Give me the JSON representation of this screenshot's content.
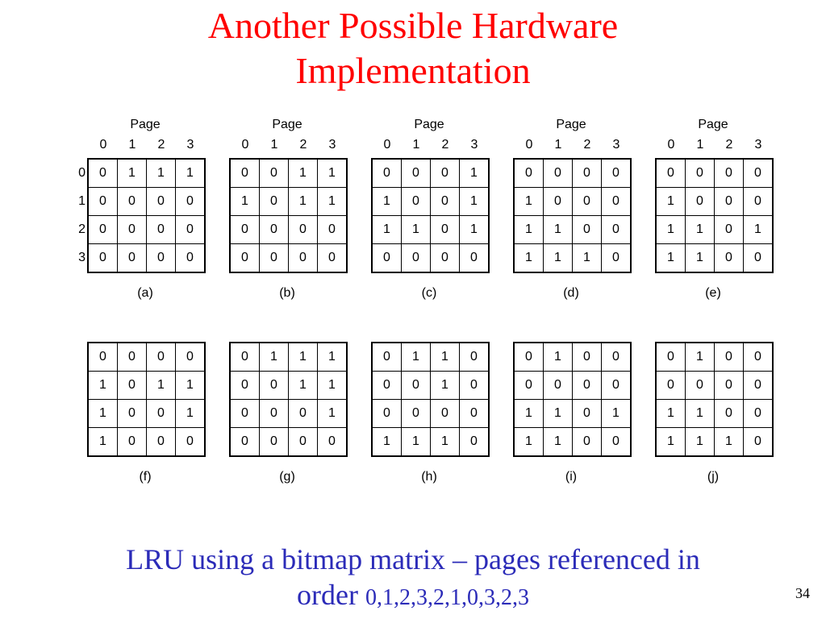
{
  "title": {
    "line1": "Another Possible Hardware",
    "line2": "Implementation"
  },
  "page_label": "Page",
  "column_headers": [
    "0",
    "1",
    "2",
    "3"
  ],
  "row_headers": [
    "0",
    "1",
    "2",
    "3"
  ],
  "panels": [
    {
      "label": "(a)",
      "show_headers": true,
      "matrix": [
        [
          "0",
          "1",
          "1",
          "1"
        ],
        [
          "0",
          "0",
          "0",
          "0"
        ],
        [
          "0",
          "0",
          "0",
          "0"
        ],
        [
          "0",
          "0",
          "0",
          "0"
        ]
      ]
    },
    {
      "label": "(b)",
      "show_headers": true,
      "matrix": [
        [
          "0",
          "0",
          "1",
          "1"
        ],
        [
          "1",
          "0",
          "1",
          "1"
        ],
        [
          "0",
          "0",
          "0",
          "0"
        ],
        [
          "0",
          "0",
          "0",
          "0"
        ]
      ]
    },
    {
      "label": "(c)",
      "show_headers": true,
      "matrix": [
        [
          "0",
          "0",
          "0",
          "1"
        ],
        [
          "1",
          "0",
          "0",
          "1"
        ],
        [
          "1",
          "1",
          "0",
          "1"
        ],
        [
          "0",
          "0",
          "0",
          "0"
        ]
      ]
    },
    {
      "label": "(d)",
      "show_headers": true,
      "matrix": [
        [
          "0",
          "0",
          "0",
          "0"
        ],
        [
          "1",
          "0",
          "0",
          "0"
        ],
        [
          "1",
          "1",
          "0",
          "0"
        ],
        [
          "1",
          "1",
          "1",
          "0"
        ]
      ]
    },
    {
      "label": "(e)",
      "show_headers": true,
      "matrix": [
        [
          "0",
          "0",
          "0",
          "0"
        ],
        [
          "1",
          "0",
          "0",
          "0"
        ],
        [
          "1",
          "1",
          "0",
          "1"
        ],
        [
          "1",
          "1",
          "0",
          "0"
        ]
      ]
    },
    {
      "label": "(f)",
      "show_headers": false,
      "matrix": [
        [
          "0",
          "0",
          "0",
          "0"
        ],
        [
          "1",
          "0",
          "1",
          "1"
        ],
        [
          "1",
          "0",
          "0",
          "1"
        ],
        [
          "1",
          "0",
          "0",
          "0"
        ]
      ]
    },
    {
      "label": "(g)",
      "show_headers": false,
      "matrix": [
        [
          "0",
          "1",
          "1",
          "1"
        ],
        [
          "0",
          "0",
          "1",
          "1"
        ],
        [
          "0",
          "0",
          "0",
          "1"
        ],
        [
          "0",
          "0",
          "0",
          "0"
        ]
      ]
    },
    {
      "label": "(h)",
      "show_headers": false,
      "matrix": [
        [
          "0",
          "1",
          "1",
          "0"
        ],
        [
          "0",
          "0",
          "1",
          "0"
        ],
        [
          "0",
          "0",
          "0",
          "0"
        ],
        [
          "1",
          "1",
          "1",
          "0"
        ]
      ]
    },
    {
      "label": "(i)",
      "show_headers": false,
      "matrix": [
        [
          "0",
          "1",
          "0",
          "0"
        ],
        [
          "0",
          "0",
          "0",
          "0"
        ],
        [
          "1",
          "1",
          "0",
          "1"
        ],
        [
          "1",
          "1",
          "0",
          "0"
        ]
      ]
    },
    {
      "label": "(j)",
      "show_headers": false,
      "matrix": [
        [
          "0",
          "1",
          "0",
          "0"
        ],
        [
          "0",
          "0",
          "0",
          "0"
        ],
        [
          "1",
          "1",
          "0",
          "0"
        ],
        [
          "1",
          "1",
          "1",
          "0"
        ]
      ]
    }
  ],
  "footer": {
    "line1": "LRU using a bitmap matrix – pages referenced in",
    "line2_prefix": "order",
    "line2_sequence": "0,1,2,3,2,1,0,3,2,3"
  },
  "slide_number": "34",
  "colors": {
    "title": "#ff0000",
    "footer": "#2b2bb8"
  }
}
